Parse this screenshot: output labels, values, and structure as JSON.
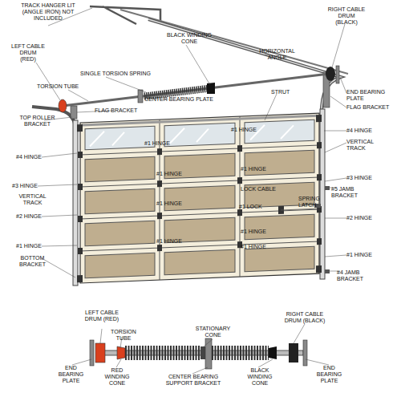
{
  "diagram": {
    "labels": [
      "TRACK HANGER LIT (ANGLE IRON) NOT INCLUDED",
      "BLACK WINDING CONE",
      "RIGHT CABLE DRUM (BLACK)",
      "LEFT CABLE DRUM (RED)",
      "HORIZONTAL ANGLE",
      "SINGLE TORSION SPRING",
      "TORSION TUBE",
      "END BEARING PLATE",
      "CENTER BEARING PLATE",
      "STRUT",
      "FLAG BRACKET",
      "FLAG BRACKET",
      "TOP ROLLER BRACKET",
      "#1 HINGE",
      "#4 HINGE",
      "#1 HINGE",
      "VERTICAL TRACK",
      "#4 HINGE",
      "#1 HINGE",
      "#1 HINGE",
      "#3 HINGE",
      "#3 HINGE",
      "LOCK CABLE",
      "#5 JAMB BRACKET",
      "VERTICAL TRACK",
      "#1 HINGE",
      "#1 LOCK",
      "SPRING LATCH",
      "#2 HINGE",
      "#2 HINGE",
      "#1 HINGE",
      "#1 HINGE",
      "#1 HINGE",
      "#1 HINGE",
      "#1 HINGE",
      "BOTTOM BRACKET",
      "#4 JAMB BRACKET",
      "LEFT CABLE DRUM (RED)",
      "TORSION TUBE",
      "STATIONARY CONE",
      "RIGHT CABLE DRUM (BLACK)",
      "END BEARING PLATE",
      "RED WINDING CONE",
      "CENTER BEARING SUPPORT BRACKET",
      "BLACK WINDING CONE",
      "END BEARING PLATE"
    ]
  }
}
